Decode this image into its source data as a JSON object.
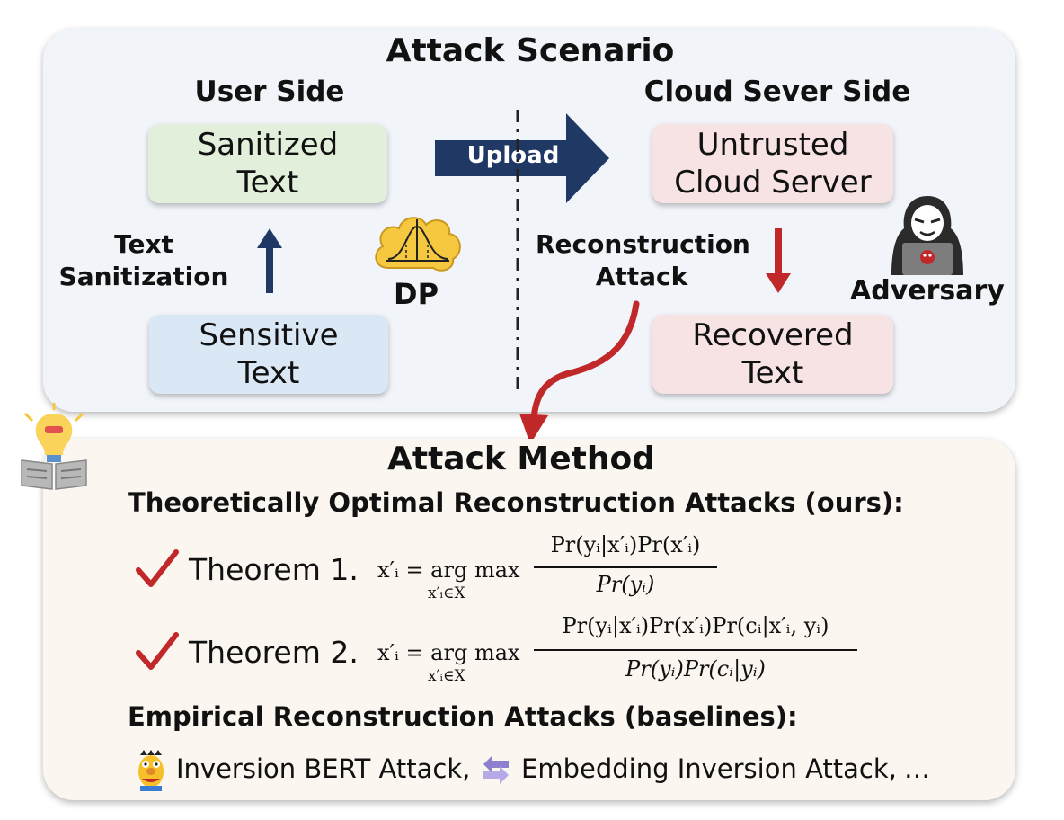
{
  "scenario": {
    "title": "Attack Scenario",
    "user_side": "User Side",
    "cloud_side": "Cloud Sever Side",
    "sanitized_box": "Sanitized\nText",
    "sensitive_box": "Sensitive\nText",
    "text_sanitization": "Text\nSanitization",
    "dp_label": "DP",
    "upload_label": "Upload",
    "untrusted_box": "Untrusted\nCloud Server",
    "recovered_box": "Recovered\nText",
    "reconstruction_attack": "Reconstruction\nAttack",
    "adversary": "Adversary"
  },
  "method": {
    "title": "Attack Method",
    "optimal_heading": "Theoretically Optimal Reconstruction Attacks (ours):",
    "theorem1": {
      "label": "Theorem 1.",
      "lhs": "x′ᵢ = arg max",
      "sub": "x′ᵢ∈X",
      "num": "Pr(yᵢ|x′ᵢ)Pr(x′ᵢ)",
      "den": "Pr(yᵢ)"
    },
    "theorem2": {
      "label": "Theorem 2.",
      "lhs": "x′ᵢ = arg max",
      "sub": "x′ᵢ∈X",
      "num": "Pr(yᵢ|x′ᵢ)Pr(x′ᵢ)Pr(cᵢ|x′ᵢ, yᵢ)",
      "den": "Pr(yᵢ)Pr(cᵢ|yᵢ)"
    },
    "empirical_heading": "Empirical Reconstruction Attacks (baselines):",
    "baseline1": "Inversion BERT Attack,",
    "baseline2": "Embedding Inversion Attack,",
    "ellipsis": "…"
  },
  "colors": {
    "sanitized_box": "#e2efda",
    "sensitive_box": "#dae7f4",
    "cloud_box": "#f7e3e3",
    "upload_arrow": "#1f3864",
    "up_arrow": "#203864",
    "red_arrow": "#c0282a",
    "check": "#c0282a"
  }
}
